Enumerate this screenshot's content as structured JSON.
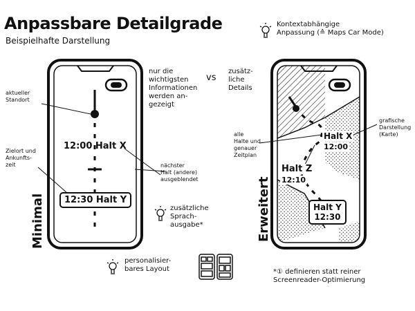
{
  "header": {
    "title": "Anpassbare Detailgrade",
    "subtitle": "Beispielhafte Darstellung"
  },
  "top_note": "Kontextabhängige\nAnpassung (≙ Maps Car Mode)",
  "minimal": {
    "label": "Minimal",
    "annot_location": "aktueller\nStandort",
    "annot_destination": "Zielort und\nAnkunfts-\nzeit",
    "annot_next_stop": "nächster\nHalt (andere)\nausgeblendet",
    "stop_next": "12:00 Halt X",
    "stop_dest": "12:30 Halt Y"
  },
  "middle": {
    "only_important": "nur die\nwichtigsten\nInformationen\nwerden an-\ngezeigt",
    "vs": "vs",
    "extra_details": "zusätz-\nliche\nDetails",
    "voice_output": "zusätzliche\nSprach-\nausgabe*",
    "personalizable": "personalisier-\nbares Layout"
  },
  "extended": {
    "label": "Erweitert",
    "annot_all_stops": "alle\nHalte und\ngenauer\nZeitplan",
    "annot_map": "grafische\nDarstellung\n(Karte)",
    "stop_x_name": "Halt X",
    "stop_x_time": "12:00",
    "stop_z_name": "Halt Z",
    "stop_z_time": "12:10",
    "stop_y_name": "Halt Y",
    "stop_y_time": "12:30"
  },
  "footnote": "*① definieren statt reiner\nScreenreader-Optimierung",
  "icons": [
    "lightbulb-icon",
    "location-dot-icon",
    "camera-pill-icon",
    "layout-grid-icon"
  ]
}
